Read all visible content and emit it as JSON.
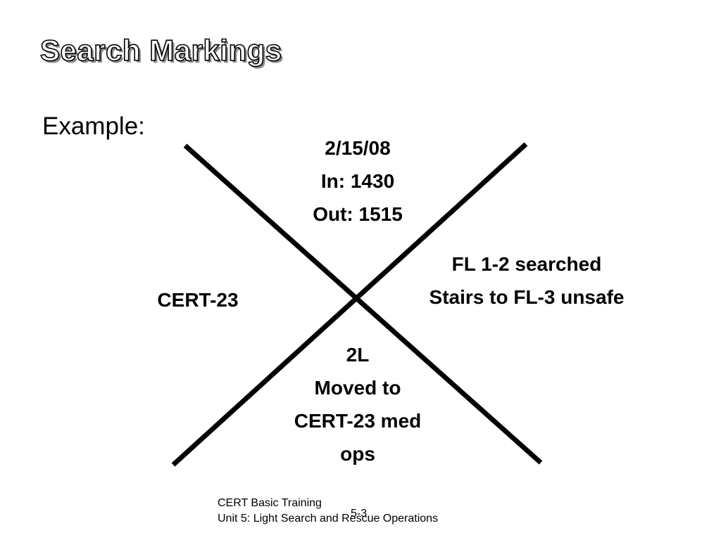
{
  "slide": {
    "title": "Search Markings",
    "example_label": "Example:"
  },
  "marking": {
    "top": [
      "2/15/08",
      "In: 1430",
      "Out: 1515"
    ],
    "right": [
      "FL 1-2 searched",
      "Stairs to FL-3 unsafe"
    ],
    "left": [
      "CERT-23"
    ],
    "bottom": [
      "2L",
      "Moved to",
      "CERT-23 med",
      "ops"
    ]
  },
  "footer": {
    "lines": [
      "CERT Basic Training",
      "Unit 5: Light Search and Rescue Operations"
    ],
    "page_number": "5-3"
  },
  "colors": {
    "text": "#000000",
    "background": "#ffffff",
    "title_shadow": "#8a8a8a"
  }
}
